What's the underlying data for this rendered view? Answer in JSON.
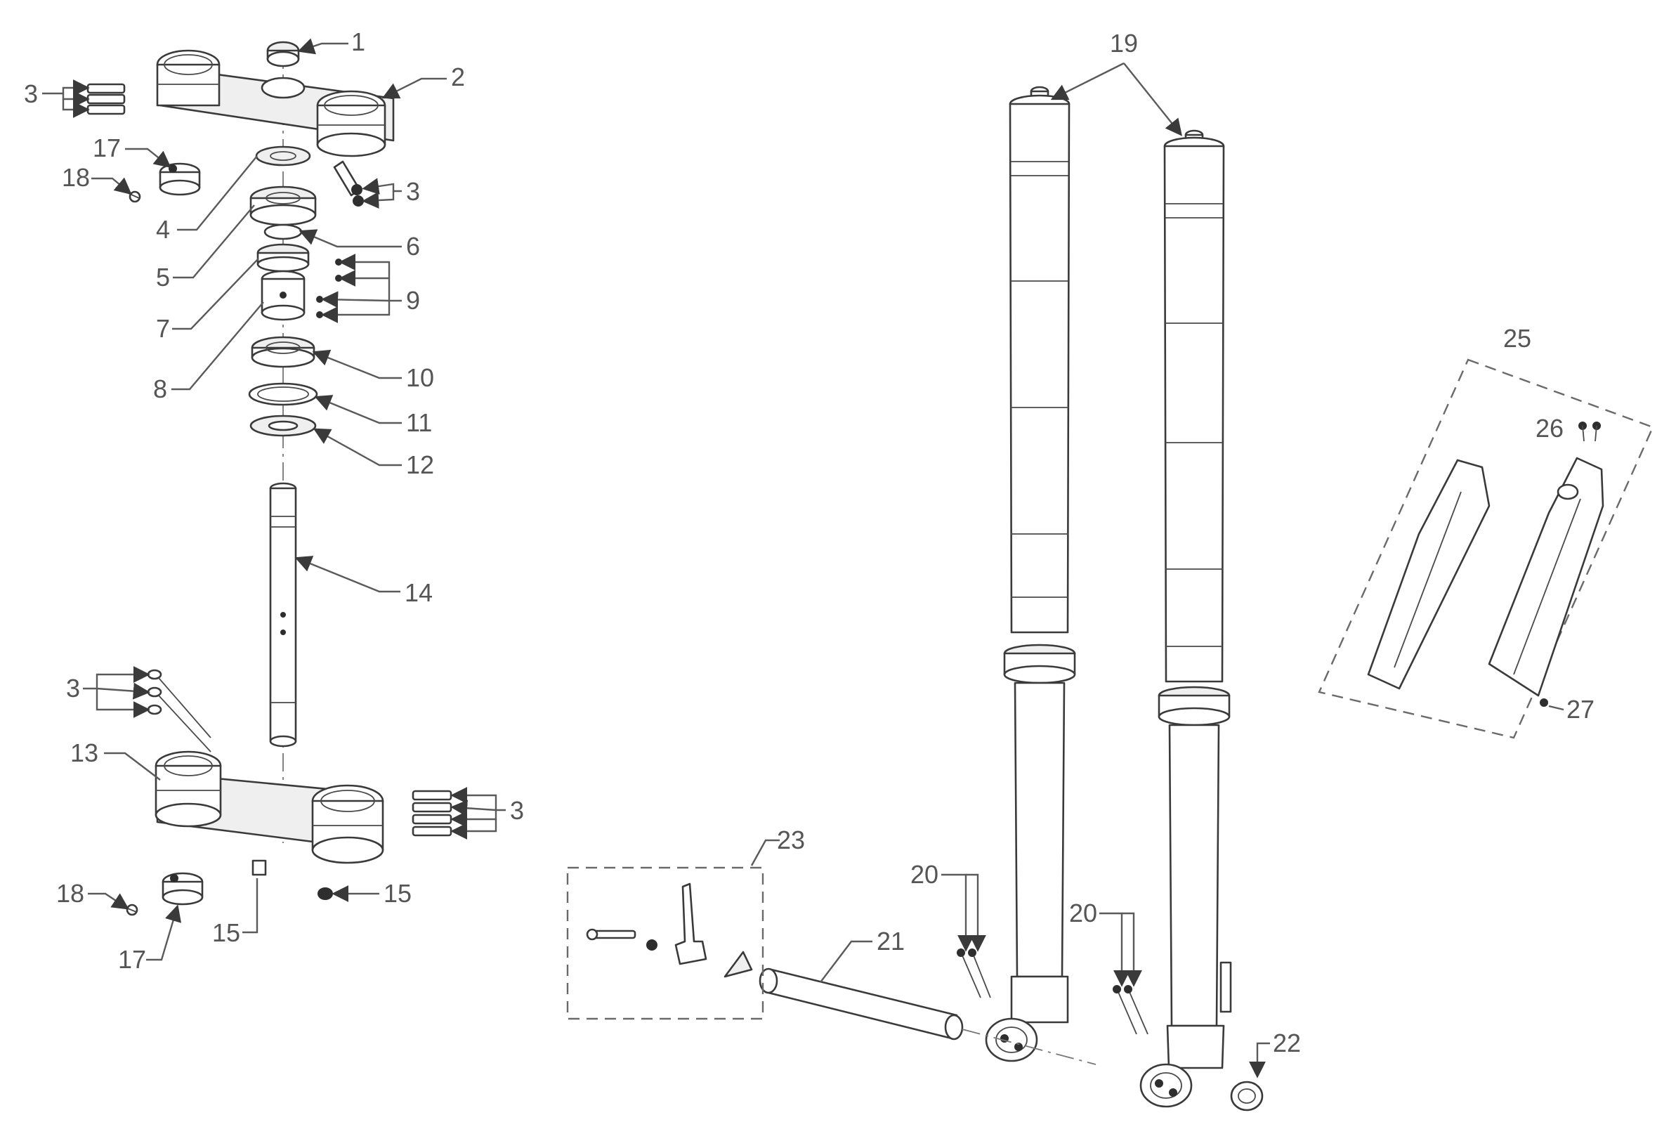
{
  "callouts": {
    "c1": "1",
    "c2": "2",
    "c3a": "3",
    "c3b": "3",
    "c3c": "3",
    "c3d": "3",
    "c4": "4",
    "c5": "5",
    "c6": "6",
    "c7": "7",
    "c8": "8",
    "c9": "9",
    "c10": "10",
    "c11": "11",
    "c12": "12",
    "c13": "13",
    "c14": "14",
    "c15a": "15",
    "c15b": "15",
    "c17a": "17",
    "c17b": "17",
    "c18a": "18",
    "c18b": "18",
    "c19": "19",
    "c20a": "20",
    "c20b": "20",
    "c21": "21",
    "c22": "22",
    "c23": "23",
    "c25": "25",
    "c26": "26",
    "c27": "27"
  },
  "colors": {
    "line": "#3a3a3a",
    "label": "#555555",
    "background": "#ffffff"
  }
}
